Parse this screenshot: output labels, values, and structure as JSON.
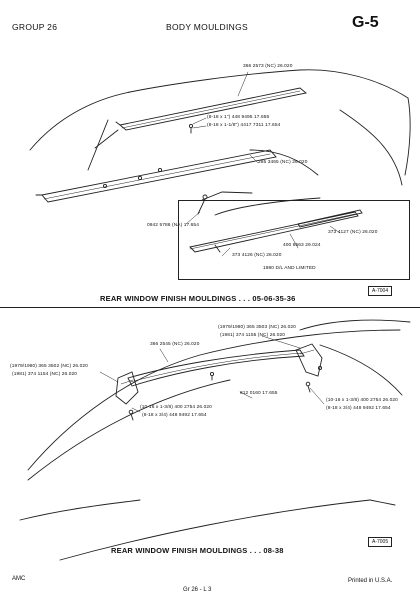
{
  "header": {
    "group": "GROUP 26",
    "section": "BODY MOULDINGS",
    "page_code": "G-5"
  },
  "top_figure": {
    "callouts": [
      "366 2573 (NC) 26.020",
      "(8-18 x 1\") 448 9495 17.655",
      "(8-18 x 1-1/8\") 4417 7311 17.654",
      "265 3465 (NC) 26.020",
      "0942 5786 (NA) 17.654"
    ],
    "inset": {
      "callouts": [
        "373 4127 (NC) 26.020",
        "400 6563 29.024",
        "373 4126 (NC) 26.020"
      ],
      "note": "1980 D/L AND LIMITED"
    },
    "caption": "REAR WINDOW FINISH MOULDINGS . . . 05-06-35-36",
    "ref": "A-7004"
  },
  "bottom_figure": {
    "callouts": [
      "(1979/1980) 365 3503 (NC) 26.020",
      "(1981) 374 1155 (NC) 26.020",
      "366 2545 (NC) 26.020",
      "(1979/1980) 365 3502 (NC) 26.020",
      "(1981) 374 1154 (NC) 26.020",
      "812 0160 17.655",
      "(10-16 x 1-3/8) 400 2754 26.020",
      "(8-18 x 3/4) 448 9492 17.654",
      "(10-16 x 1-3/8) 400 2754 26.020",
      "(8-18 x 3/4) 448 9492 17.654"
    ],
    "caption": "REAR WINDOW FINISH MOULDINGS . . . 08-38",
    "ref": "A-7005"
  },
  "footer": {
    "brand": "AMC",
    "page": "Gr 26 - L 3",
    "printed": "Printed in U.S.A."
  }
}
